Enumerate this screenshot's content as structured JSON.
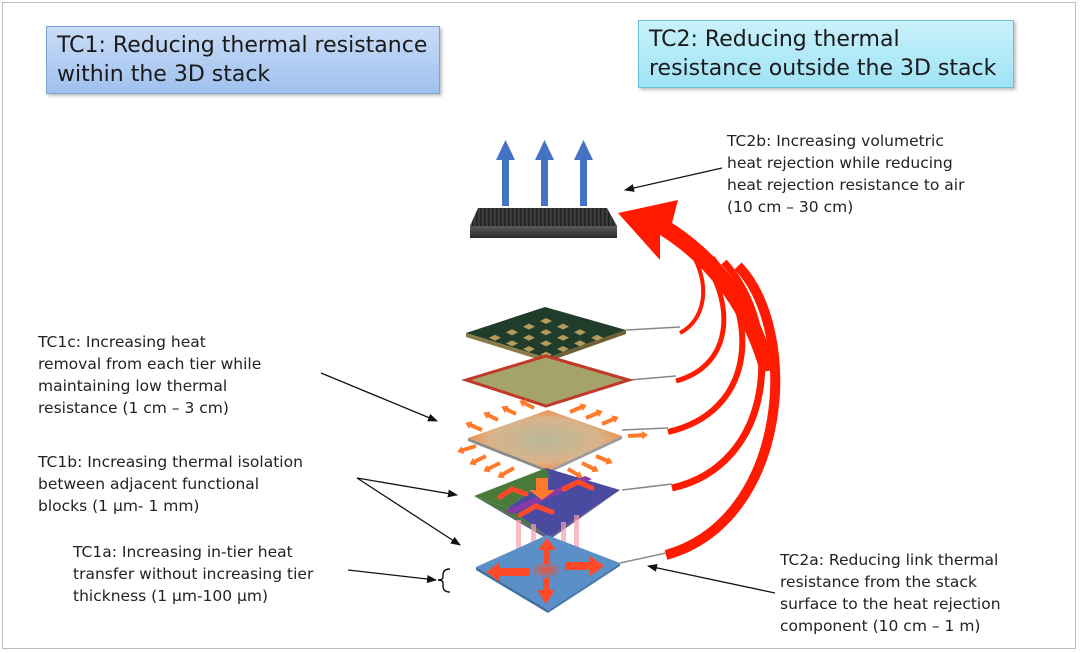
{
  "titles": {
    "tc1": "TC1: Reducing thermal resistance\nwithin the 3D stack",
    "tc2": "TC2: Reducing thermal\nresistance outside the 3D stack"
  },
  "annotations": {
    "tc2b": "TC2b: Increasing volumetric\nheat rejection while reducing\nheat rejection resistance to air\n(10 cm – 30 cm)",
    "tc1c": "TC1c: Increasing heat\nremoval from each tier while\nmaintaining low thermal\nresistance (1 cm – 3 cm)",
    "tc1b": "TC1b: Increasing thermal isolation\nbetween adjacent functional\nblocks (1 μm- 1 mm)",
    "tc1a": "TC1a: Increasing in-tier heat\ntransfer without increasing tier\nthickness (1 μm-100 μm)",
    "tc2a": "TC2a: Reducing link thermal\nresistance from the stack\nsurface to the heat rejection\ncomponent (10 cm – 1 m)"
  },
  "colors": {
    "heat_arrow": "#ff1a00",
    "airflow_arrow": "#4472c4",
    "spread_arrow": "#ff7a2a",
    "tc1_box": "#a9c6f0",
    "tc2_box": "#aee8f7"
  },
  "components": [
    {
      "id": "heat-sink",
      "icon": "heat-sink-icon"
    },
    {
      "id": "tier-chip-pads",
      "icon": "chip-pads-icon"
    },
    {
      "id": "tier-olive",
      "icon": "tier-plate-icon"
    },
    {
      "id": "tier-heat-spreader",
      "icon": "heat-spreader-icon"
    },
    {
      "id": "tier-functional-blocks",
      "icon": "functional-blocks-icon"
    },
    {
      "id": "tier-base",
      "icon": "base-tier-icon"
    }
  ]
}
